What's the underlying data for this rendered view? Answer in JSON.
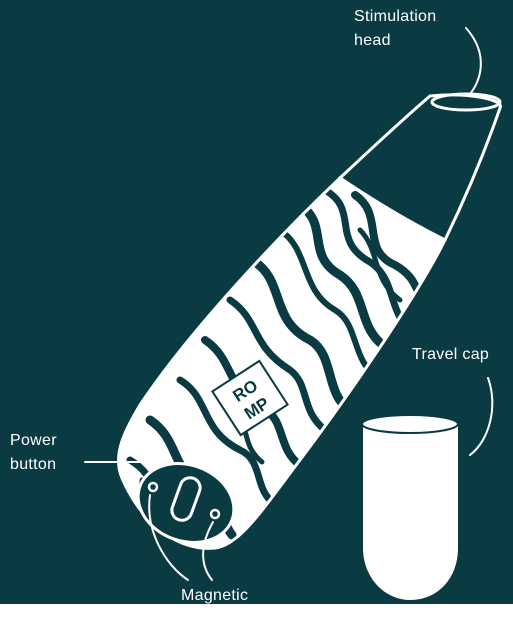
{
  "colors": {
    "background": "#0a3a42",
    "device": "#ffffff",
    "line": "#ffffff"
  },
  "labels": {
    "stimulation_head": [
      "Stimulation",
      "head"
    ],
    "travel_cap": "Travel cap",
    "power_button": [
      "Power",
      "button"
    ],
    "magnetic": "Magnetic"
  },
  "logo": {
    "line1": "RO",
    "line2": "MP"
  }
}
